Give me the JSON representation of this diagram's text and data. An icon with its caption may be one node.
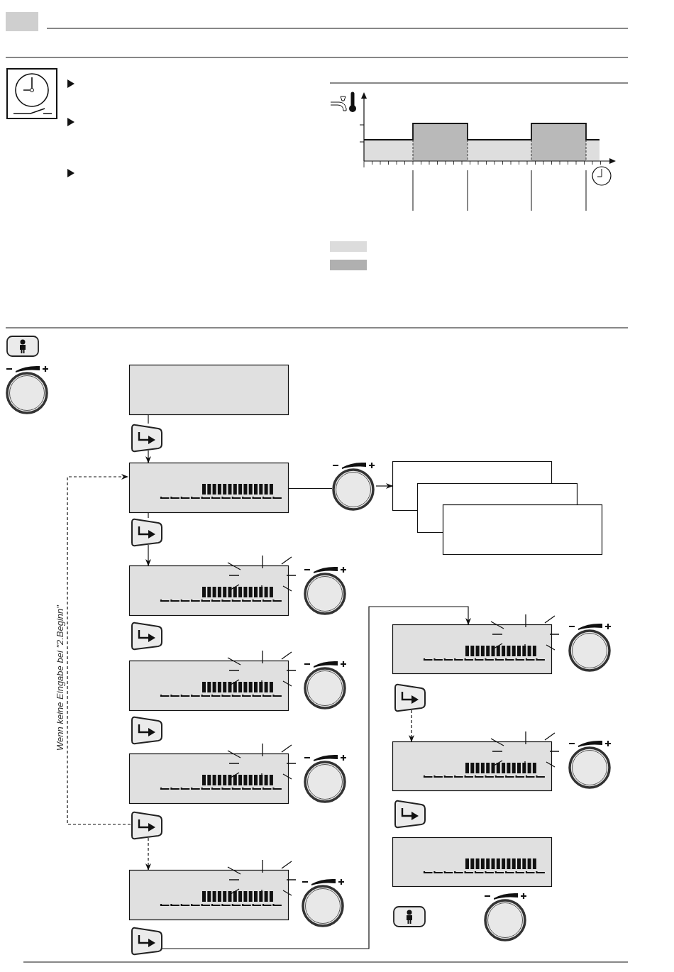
{
  "diagram": {
    "nodes": [
      {
        "text": [],
        "shape": "box"
      },
      {
        "text": [],
        "shape": "button"
      },
      {
        "text": [],
        "shape": "box"
      },
      {
        "text": [],
        "shape": "circle"
      },
      {
        "text": [],
        "shape": "box"
      },
      {
        "text": [],
        "shape": "box"
      },
      {
        "text": [],
        "shape": "box"
      },
      {
        "text": [],
        "shape": "button"
      },
      {
        "text": [],
        "shape": "box"
      },
      {
        "text": [],
        "shape": "button"
      },
      {
        "text": [],
        "shape": "box"
      },
      {
        "text": [],
        "shape": "button"
      },
      {
        "text": [],
        "shape": "box"
      },
      {
        "text": [],
        "shape": "button"
      },
      {
        "text": [],
        "shape": "box"
      },
      {
        "text": [],
        "shape": "button"
      },
      {
        "text": [],
        "shape": "box"
      },
      {
        "text": [],
        "shape": "button"
      },
      {
        "text": [],
        "shape": "box"
      },
      {
        "text": [],
        "shape": "button"
      },
      {
        "text": [],
        "shape": "box"
      }
    ],
    "edges": [
      {
        "from": 0,
        "to": 1,
        "arrow": "none"
      },
      {
        "from": 1,
        "to": 2,
        "arrow": "to"
      },
      {
        "from": 2,
        "to": 3,
        "arrow": "none"
      },
      {
        "from": 3,
        "to": 4,
        "arrow": "to"
      },
      {
        "from": 2,
        "to": 7,
        "arrow": "none"
      },
      {
        "from": 7,
        "to": 8,
        "arrow": "to"
      },
      {
        "from": 13,
        "to": 2,
        "arrow": "to",
        "style": "dashed",
        "label": "Wenn keine Eingabe bei \"2.Beginn\""
      },
      {
        "from": 13,
        "to": 14,
        "arrow": "to",
        "style": "dashed"
      },
      {
        "from": 15,
        "to": 16,
        "arrow": "to"
      },
      {
        "from": 17,
        "to": 18,
        "arrow": "to",
        "style": "dashed"
      }
    ]
  }
}
